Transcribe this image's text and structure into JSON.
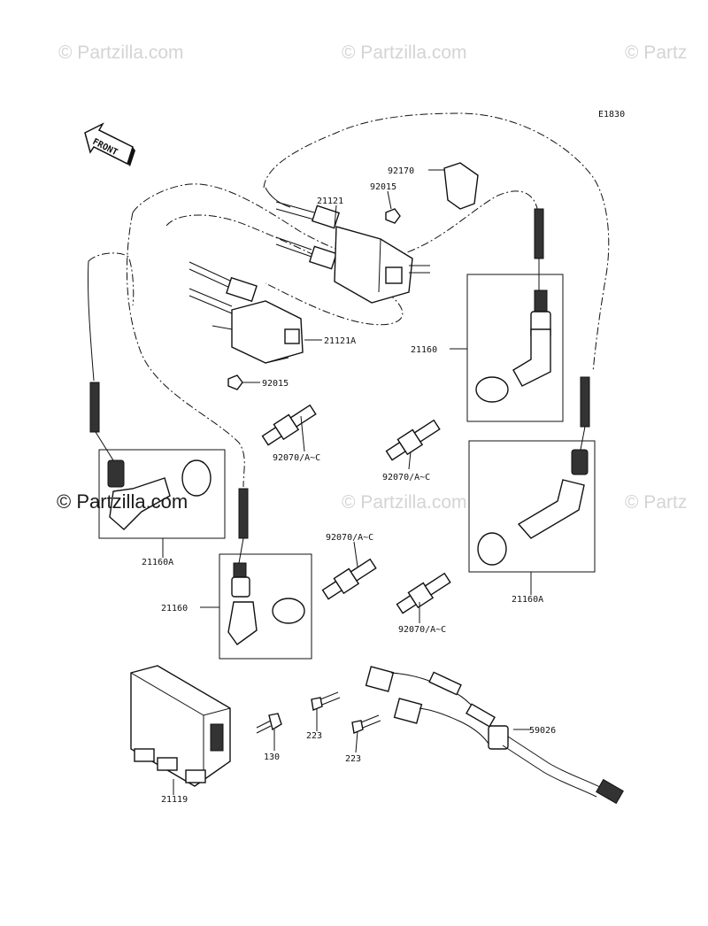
{
  "watermarks": {
    "top": [
      "© Partzilla.com",
      "© Partzilla.com",
      "© Partz"
    ],
    "middle": [
      "© Partzilla.com",
      "© Partzilla.com",
      "© Partz"
    ]
  },
  "diagram_code": "E1830",
  "front_label": "FRONT",
  "parts": {
    "p92170": "92170",
    "p92015_top": "92015",
    "p21121": "21121",
    "p21121A": "21121A",
    "p92015_bottom": "92015",
    "p21160_right": "21160",
    "p92070_a": "92070/A~C",
    "p92070_b": "92070/A~C",
    "p21160A_left": "21160A",
    "p21160_bottom": "21160",
    "p92070_c": "92070/A~C",
    "p21160A_right": "21160A",
    "p92070_d": "92070/A~C",
    "p223_a": "223",
    "p223_b": "223",
    "p59026": "59026",
    "p130": "130",
    "p21119": "21119"
  }
}
